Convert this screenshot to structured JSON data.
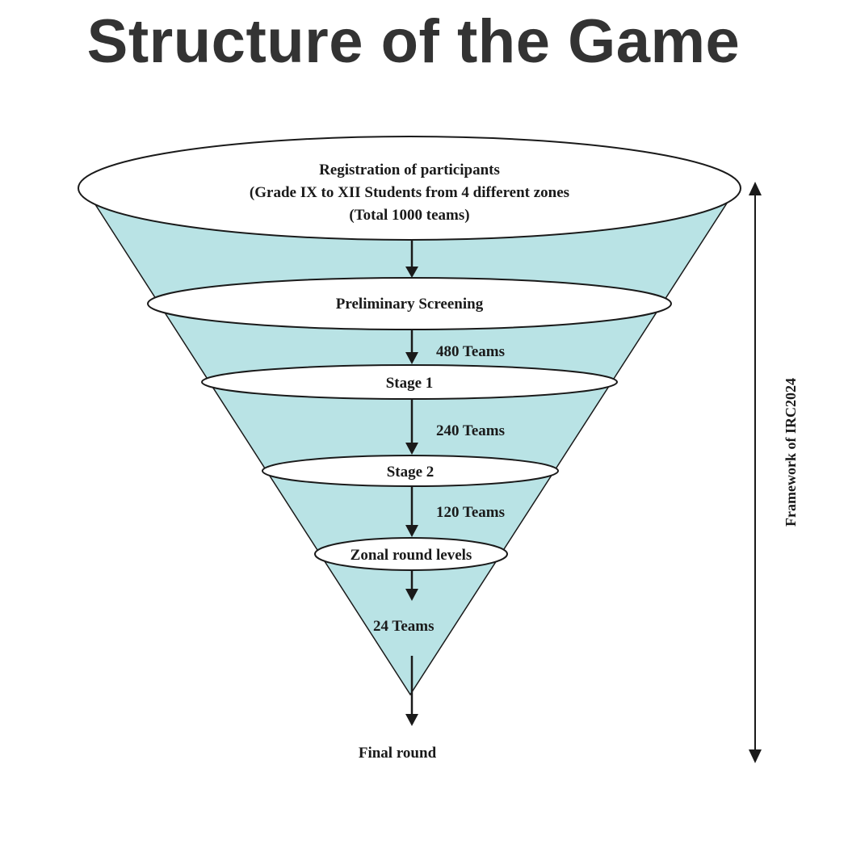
{
  "title": "Structure of the Game",
  "stages": {
    "registration": {
      "line1": "Registration of participants",
      "line2": "(Grade IX to XII Students from 4 different zones",
      "line3": "(Total 1000 teams)"
    },
    "preliminary": "Preliminary Screening",
    "stage1": "Stage 1",
    "stage2": "Stage 2",
    "zonal": "Zonal round levels",
    "final": "Final round"
  },
  "team_counts": {
    "after_preliminary": "480 Teams",
    "after_stage1": "240 Teams",
    "after_stage2": "120 Teams",
    "after_zonal": "24 Teams"
  },
  "side_label": "Framework of IRC2024",
  "colors": {
    "funnel_fill": "#b9e3e5",
    "outline": "#1a1a1a"
  }
}
